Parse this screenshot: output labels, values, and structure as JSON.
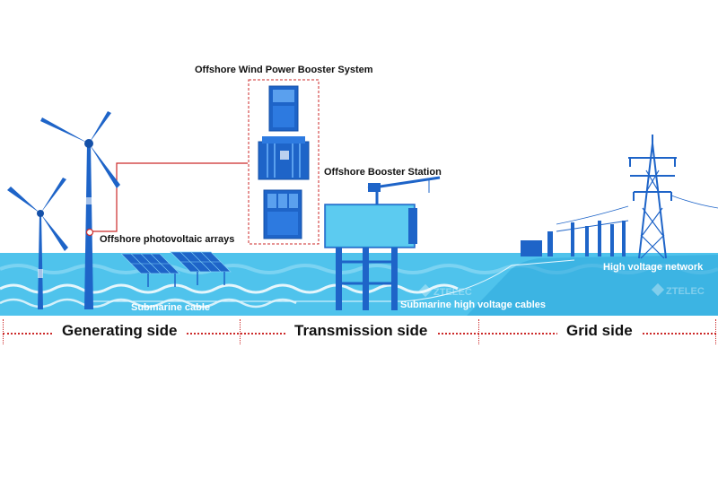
{
  "diagram": {
    "labels": {
      "wind_booster_system": "Offshore Wind Power Booster System",
      "booster_station": "Offshore Booster Station",
      "pv_arrays": "Offshore photovoltaic arrays",
      "submarine_cable": "Submarine cable",
      "submarine_hv_cables": "Submarine high voltage cables",
      "hv_network": "High voltage network"
    },
    "sections": [
      "Generating side",
      "Transmission side",
      "Grid side"
    ],
    "watermark": "ZTELEC",
    "colors": {
      "sea": "#4fc3ec",
      "sea_light": "#8fdaf5",
      "structure": "#1e64c8",
      "structure_dark": "#1450a8",
      "accent_red": "#cc2a2a"
    }
  }
}
